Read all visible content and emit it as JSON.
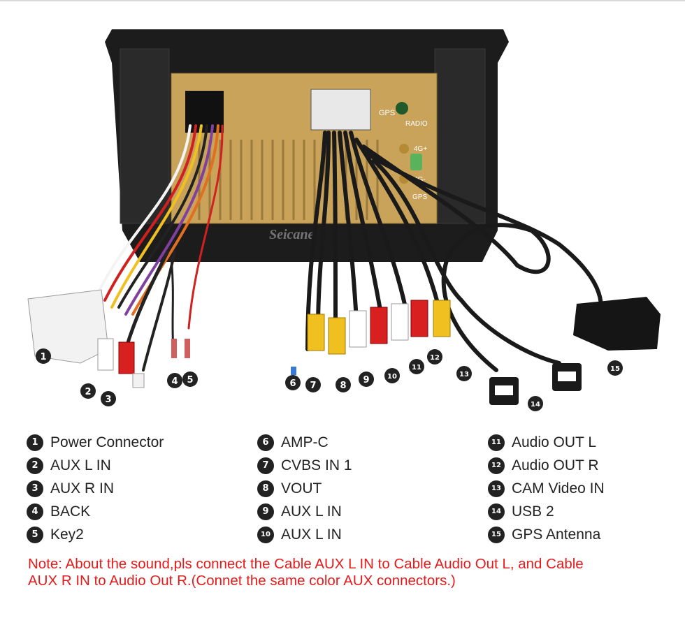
{
  "photo": {
    "watermark": "Seicane",
    "panel_labels": {
      "gps": "GPS",
      "radio": "RADIO",
      "lte_plus": "4G+",
      "lte_minus": "4G-",
      "gps2": "GPS"
    },
    "callouts": [
      "1",
      "2",
      "3",
      "4",
      "5",
      "6",
      "7",
      "8",
      "9",
      "10",
      "11",
      "12",
      "13",
      "14",
      "15"
    ]
  },
  "legend": {
    "col1": [
      {
        "num": "1",
        "label": "Power Connector"
      },
      {
        "num": "2",
        "label": "AUX L IN"
      },
      {
        "num": "3",
        "label": "AUX R IN"
      },
      {
        "num": "4",
        "label": "BACK"
      },
      {
        "num": "5",
        "label": "Key2"
      }
    ],
    "col2": [
      {
        "num": "6",
        "label": "AMP-C"
      },
      {
        "num": "7",
        "label": "CVBS IN 1"
      },
      {
        "num": "8",
        "label": "VOUT"
      },
      {
        "num": "9",
        "label": "AUX L IN"
      },
      {
        "num": "10",
        "label": "AUX L IN"
      }
    ],
    "col3": [
      {
        "num": "11",
        "label": "Audio OUT L"
      },
      {
        "num": "12",
        "label": "Audio OUT R"
      },
      {
        "num": "13",
        "label": "CAM Video IN"
      },
      {
        "num": "14",
        "label": "USB 2"
      },
      {
        "num": "15",
        "label": "GPS Antenna"
      }
    ]
  },
  "note": {
    "line1": "Note: About the sound,pls connect the Cable AUX L IN to Cable Audio Out L, and Cable",
    "line2": "AUX R IN to  Audio Out R.(Connet the same color AUX connectors.)"
  }
}
